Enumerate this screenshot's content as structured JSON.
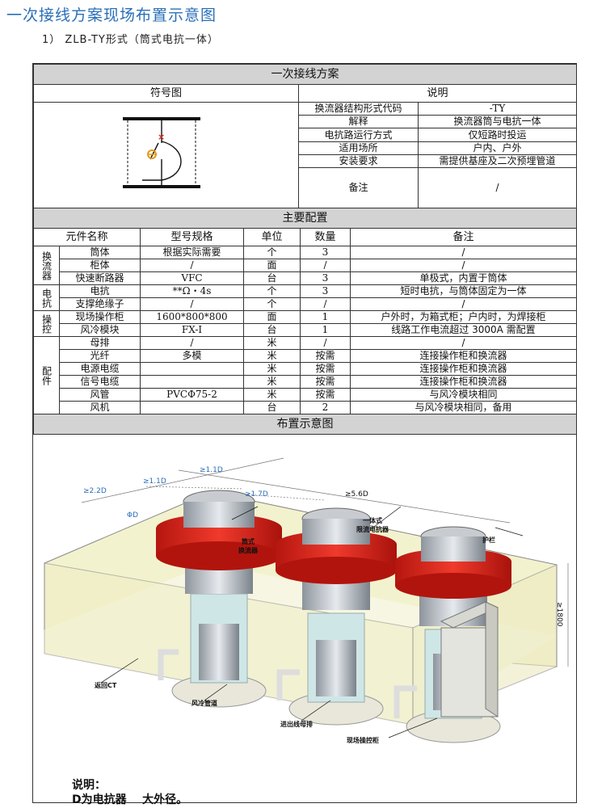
{
  "title": "一次接线方案现场布置示意图",
  "subtitle": "1）    ZLB-TY形式（筒式电抗一体）",
  "sections": {
    "wiring": "一次接线方案",
    "config": "主要配置",
    "layout": "布置示意图"
  },
  "wiring_headers": {
    "symbol": "符号图",
    "desc": "说明"
  },
  "description": [
    {
      "k": "换流器结构形式代码",
      "v": "-TY"
    },
    {
      "k": "解释",
      "v": "换流器筒与电抗一体"
    },
    {
      "k": "电抗路运行方式",
      "v": "仅短路时投运"
    },
    {
      "k": "适用场所",
      "v": "户内、户外"
    },
    {
      "k": "安装要求",
      "v": "需提供基座及二次预埋管道"
    },
    {
      "k": "备注",
      "v": "/"
    }
  ],
  "config_headers": [
    "元件名称",
    "型号规格",
    "单位",
    "数量",
    "备注"
  ],
  "groups": [
    {
      "name": "换流器",
      "rows": [
        [
          "筒体",
          "根据实际需要",
          "个",
          "3",
          "/"
        ],
        [
          "柜体",
          "/",
          "面",
          "/",
          "/"
        ],
        [
          "快速断路器",
          "VFC",
          "台",
          "3",
          "单极式，内置于筒体"
        ]
      ]
    },
    {
      "name": "电抗",
      "rows": [
        [
          "电抗",
          "**Ω・4s",
          "个",
          "3",
          "短时电抗，与筒体固定为一体"
        ],
        [
          "支撑绝缘子",
          "/",
          "个",
          "/",
          "/"
        ]
      ]
    },
    {
      "name": "操控",
      "rows": [
        [
          "现场操作柜",
          "1600*800*800",
          "面",
          "1",
          "户外时，为箱式柜；户内时，为焊接柜"
        ],
        [
          "风冷模块",
          "FX-I",
          "台",
          "1",
          "线路工作电流超过 3000A 需配置"
        ]
      ]
    },
    {
      "name": "配件",
      "rows": [
        [
          "母排",
          "/",
          "米",
          "/",
          "/"
        ],
        [
          "光纤",
          "多模",
          "米",
          "按需",
          "连接操作柜和换流器"
        ],
        [
          "电源电缆",
          "",
          "米",
          "按需",
          "连接操作柜和换流器"
        ],
        [
          "信号电缆",
          "",
          "米",
          "按需",
          "连接操作柜和换流器"
        ],
        [
          "风管",
          "PVCΦ75-2",
          "米",
          "按需",
          "与风冷模块相同"
        ],
        [
          "风机",
          "",
          "台",
          "2",
          "与风冷模块相同，备用"
        ]
      ]
    }
  ],
  "diagram_labels": {
    "dim_22d": "≥2.2D",
    "dim_11d_a": "≥1.1D",
    "dim_11d_b": "≥1.1D",
    "dim_17d": "≥1.7D",
    "dim_56d": "≥5.6D",
    "phi_d": "ΦD",
    "dim_1800": "≥1800",
    "tube_converter": "筒式\n换流器",
    "integrated_reactor": "一体式\n限流电抗器",
    "guardrail": "护栏",
    "return_ct": "返回CT",
    "air_duct": "风冷管道",
    "busbar": "进出线母排",
    "control_cabinet": "现场操控柜"
  },
  "notes": {
    "line1": "说明：",
    "line2": "D为电抗器    大外径。"
  },
  "colors": {
    "title": "#2a6fb8",
    "section_bg": "#d3d3d3",
    "reactor": "#e0231b",
    "fence": "#f1f0c8"
  }
}
